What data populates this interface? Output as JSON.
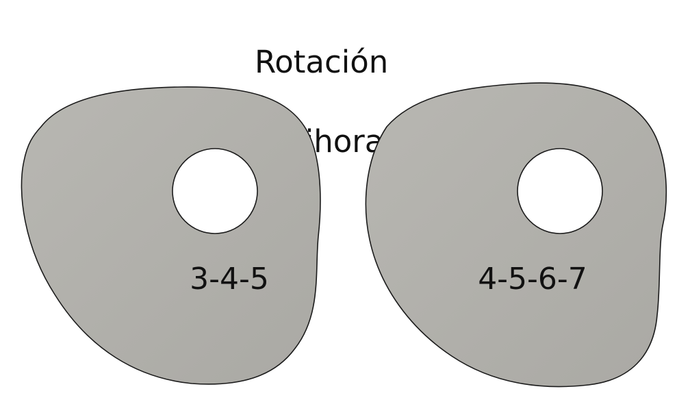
{
  "title": {
    "line1": "Rotación",
    "line2": "antihoraria"
  },
  "cams": [
    {
      "label": "3-4-5"
    },
    {
      "label": "4-5-6-7"
    }
  ],
  "colors": {
    "cam_fill": "#b1b0ab",
    "cam_stroke": "#1a1a1a",
    "hole_fill": "#ffffff",
    "text": "#111111"
  }
}
